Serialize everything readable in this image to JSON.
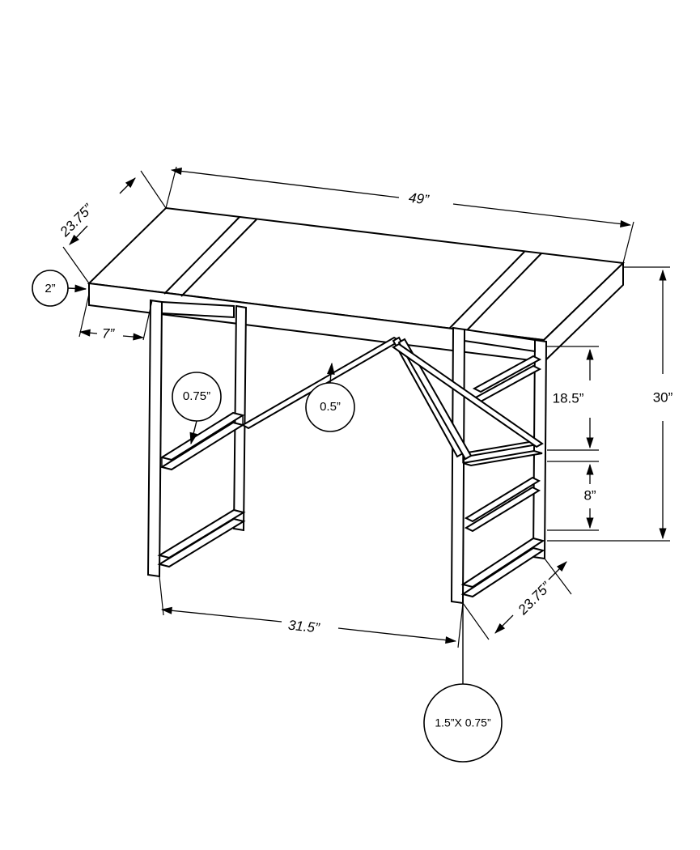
{
  "document": {
    "type": "technical-dimension-drawing",
    "subject": "writing desk with metal frame legs and open shelf rails",
    "projection": "isometric",
    "units": "inches",
    "background_color": "#ffffff",
    "line_color": "#000000"
  },
  "dimensions": {
    "overall_width": {
      "label": "49”",
      "value": 49,
      "units": "in",
      "describes": "desktop overall length, back edge"
    },
    "overall_depth_top": {
      "label": "23.75”",
      "value": 23.75,
      "units": "in",
      "describes": "desktop depth, left side"
    },
    "overall_height": {
      "label": "30”",
      "value": 30,
      "units": "in",
      "describes": "total desk height, right side"
    },
    "top_thickness": {
      "label": "2”",
      "value": 2,
      "units": "in",
      "describes": "desktop panel edge thickness"
    },
    "top_overhang": {
      "label": "7”",
      "value": 7,
      "units": "in",
      "describes": "desktop overhang past left leg frame"
    },
    "upper_clearance": {
      "label": "18.5”",
      "value": 18.5,
      "units": "in",
      "describes": "clearance from underside of top to shelf rail"
    },
    "lower_clearance": {
      "label": "8”",
      "value": 8,
      "units": "in",
      "describes": "clearance from shelf rail to floor"
    },
    "foot_span": {
      "label": "31.5”",
      "value": 31.5,
      "units": "in",
      "describes": "distance between leg frames at floor"
    },
    "leg_frame_depth": {
      "label": "23.75”",
      "value": 23.75,
      "units": "in",
      "describes": "right leg frame footprint depth"
    }
  },
  "callouts": [
    {
      "id": "top-thickness",
      "label": "2”",
      "describes": "desktop panel thickness",
      "shape": "circle"
    },
    {
      "id": "shelf-rail-thickness",
      "label": "0.75”",
      "describes": "shelf rail stock thickness",
      "shape": "circle"
    },
    {
      "id": "cross-brace-thickness",
      "label": "0.5”",
      "describes": "diagonal cross brace stock thickness",
      "shape": "circle"
    },
    {
      "id": "leg-profile",
      "label": "1.5”X 0.75”",
      "describes": "leg tube cross-section profile",
      "shape": "circle"
    }
  ]
}
